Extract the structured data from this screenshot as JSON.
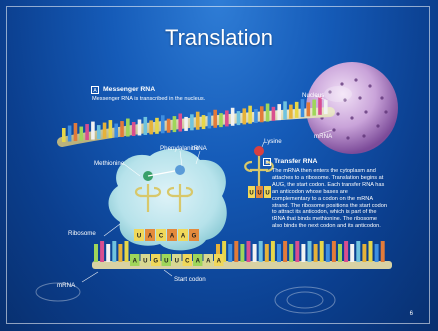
{
  "slide": {
    "title": "Translation",
    "page_number": "6",
    "labels": {
      "nucleus": "Nucleus",
      "mrna_top": "mRNA",
      "phenylalanine": "Phenylalanine",
      "trna": "tRNA",
      "lysine": "Lysine",
      "methionine": "Methionine",
      "ribosome": "Ribosome",
      "mrna_bottom": "mRNA",
      "start_codon": "Start codon"
    },
    "messenger": {
      "badge": "A",
      "heading": "Messenger RNA",
      "text": "Messenger RNA is transcribed in the nucleus."
    },
    "transfer": {
      "badge": "B",
      "heading": "Transfer RNA",
      "text": "The mRNA then enters the cytoplasm and attaches to a ribosome. Translation begins at AUG, the start codon. Each transfer RNA has an anticodon whose bases are complementary to a codon on the mRNA strand. The ribosome positions the start codon to attract its anticodon, which is part of the tRNA that binds methionine. The ribosome also binds the next codon and its anticodon."
    },
    "anticodon_letters": [
      "U",
      "A",
      "C",
      "A",
      "A",
      "G"
    ],
    "codon_letters": [
      "A",
      "U",
      "G",
      "U",
      "U",
      "C",
      "A",
      "A",
      "A"
    ],
    "trna_letters": [
      "U",
      "U",
      "U"
    ],
    "colors": {
      "background": "#155bb8",
      "ribosome": "#c9eef0",
      "nucleus": "#c9a3d9"
    }
  }
}
